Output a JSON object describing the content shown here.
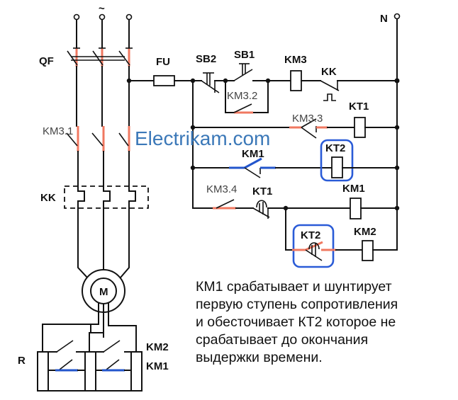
{
  "labels": {
    "ac_symbol": "~",
    "neutral": "N",
    "qf": "QF",
    "fu": "FU",
    "sb2": "SB2",
    "sb1": "SB1",
    "km3_coil": "KM3",
    "kk_contact": "KK",
    "km3_2": "KM3.2",
    "km3_3": "KM3.3",
    "kt1_coil": "KT1",
    "km1_contact": "KM1",
    "kt2_coil": "KT2",
    "km3_4": "KM3.4",
    "kt1_contact": "KT1",
    "km1_coil": "KM1",
    "kt2_contact": "KT2",
    "km2_coil": "KM2",
    "km3_1": "KM3.1",
    "kk_thermal": "KK",
    "motor": "M",
    "resistor": "R",
    "km2_rotor": "KM2",
    "km1_rotor": "KM1"
  },
  "watermark": "Electrikam.com",
  "note": "КМ1 срабатывает и шунтирует\nпервую ступень сопротивления\nи обесточивает КТ2 которое не\nсрабатывает до окончания\nвыдержки времени.",
  "colors": {
    "closed_contact": "#f07860",
    "highlight": "#2a5bd7",
    "watermark": "#3b78b8"
  }
}
